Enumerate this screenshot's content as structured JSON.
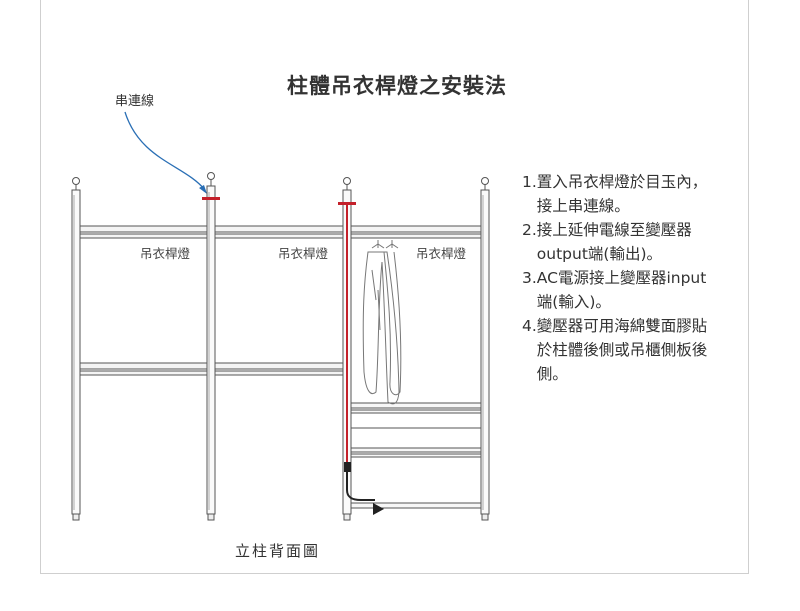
{
  "title": "柱體吊衣桿燈之安裝法",
  "series_wire_label": "串連線",
  "bottom_caption": "立柱背面圖",
  "shelf_labels": [
    "吊衣桿燈",
    "吊衣桿燈",
    "吊衣桿燈"
  ],
  "instructions": [
    {
      "num": "1.",
      "text": "置入吊衣桿燈於目玉內，\n接上串連線。"
    },
    {
      "num": "2.",
      "text": "接上延伸電線至變壓器\noutput端(輸出)。"
    },
    {
      "num": "3.",
      "text": "AC電源接上變壓器input\n端(輸入)。"
    },
    {
      "num": "4.",
      "text": "變壓器可用海綿雙面膠貼\n於柱體後側或吊櫃側板後\n側。"
    }
  ],
  "colors": {
    "wire": "#c4202a",
    "annotation_curve": "#2a6fb5",
    "frame_line": "#666666",
    "highlight_bar": "#c4202a"
  }
}
